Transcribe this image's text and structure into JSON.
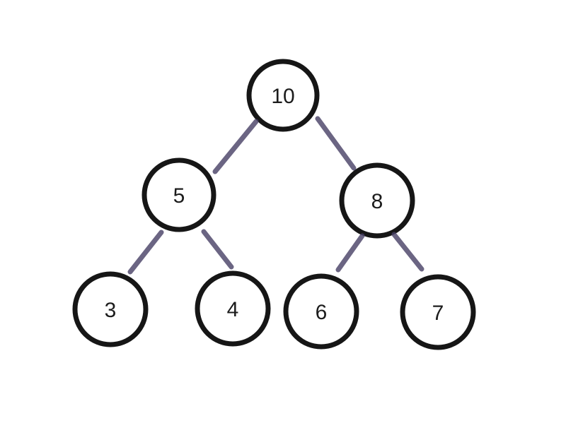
{
  "diagram": {
    "type": "binary-tree",
    "background_color": "#ffffff",
    "node_fill_color": "#ffffff",
    "node_stroke_color": "#161616",
    "node_stroke_width": 7,
    "edge_color": "#463e64",
    "edge_opacity": 0.8,
    "edge_width": 7,
    "label_color": "#1c1c1c",
    "nodes": [
      {
        "id": "n10",
        "label": "10"
      },
      {
        "id": "n5",
        "label": "5"
      },
      {
        "id": "n8",
        "label": "8"
      },
      {
        "id": "n3",
        "label": "3"
      },
      {
        "id": "n4",
        "label": "4"
      },
      {
        "id": "n6",
        "label": "6"
      },
      {
        "id": "n7",
        "label": "7"
      }
    ],
    "edges": [
      {
        "from": "n10",
        "to": "n5"
      },
      {
        "from": "n10",
        "to": "n8"
      },
      {
        "from": "n5",
        "to": "n3"
      },
      {
        "from": "n5",
        "to": "n4"
      },
      {
        "from": "n8",
        "to": "n6"
      },
      {
        "from": "n8",
        "to": "n7"
      }
    ]
  }
}
